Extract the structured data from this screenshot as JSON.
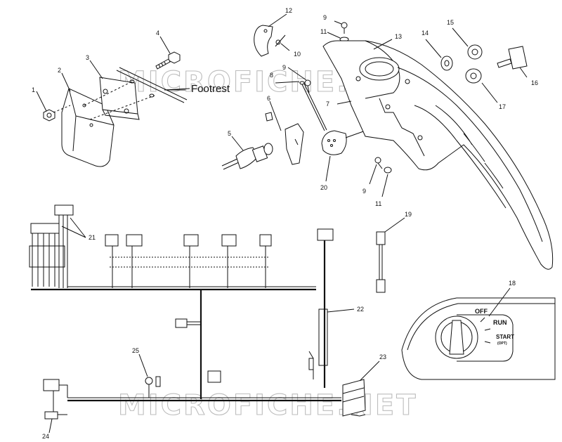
{
  "diagram": {
    "callouts": [
      "1",
      "2",
      "3",
      "4",
      "5",
      "6",
      "7",
      "8",
      "9",
      "9",
      "9",
      "10",
      "11",
      "11",
      "12",
      "13",
      "14",
      "15",
      "16",
      "17",
      "18",
      "19",
      "20",
      "21",
      "22",
      "23",
      "24",
      "25"
    ],
    "footrest_label": "Footrest",
    "switch_positions": {
      "off": "OFF",
      "run": "RUN",
      "start": "START",
      "start_note": "(OPT)"
    },
    "watermark": "MICROFICHE.NET"
  }
}
